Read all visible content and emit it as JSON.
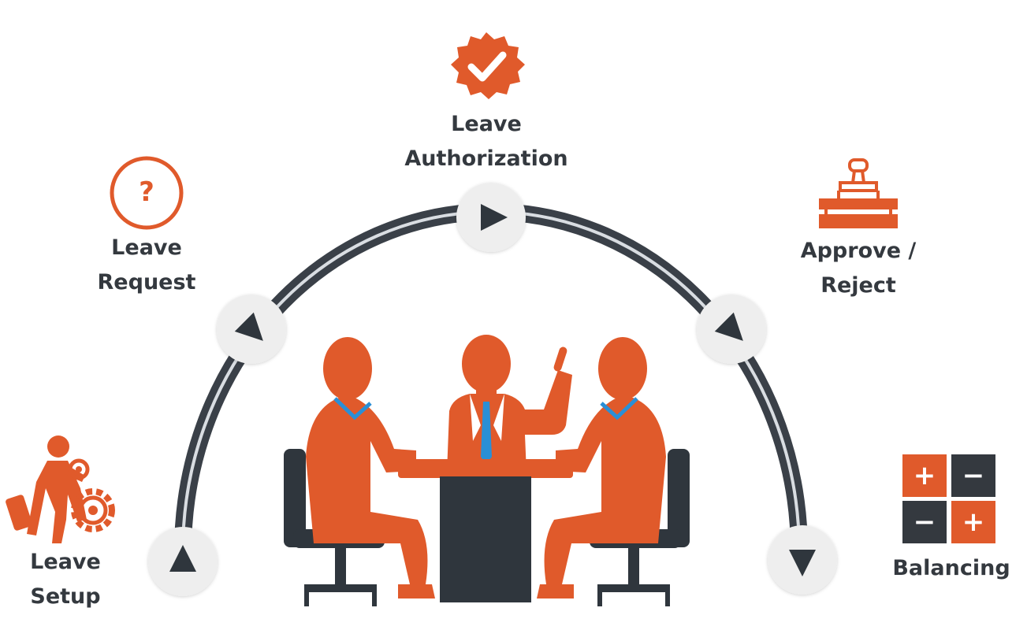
{
  "steps": [
    {
      "id": "leave-setup",
      "lines": [
        "Leave",
        "Setup"
      ],
      "icon": "traveler-gears-icon",
      "arrow": "up"
    },
    {
      "id": "leave-request",
      "lines": [
        "Leave",
        "Request"
      ],
      "icon": "question-circle-icon",
      "arrow": "down-right"
    },
    {
      "id": "leave-authorization",
      "lines": [
        "Leave",
        "Authorization"
      ],
      "icon": "check-badge-icon",
      "arrow": "right"
    },
    {
      "id": "approve-reject",
      "lines": [
        "Approve /",
        "Reject"
      ],
      "icon": "stamp-icon",
      "arrow": "down-right"
    },
    {
      "id": "balancing",
      "lines": [
        "Balancing"
      ],
      "icon": "plus-minus-grid-icon",
      "arrow": "down"
    }
  ],
  "balancing_symbols": [
    "+",
    "−",
    "−",
    "+"
  ],
  "request_symbol": "?",
  "colors": {
    "accent": "#e05a2b",
    "dark": "#2f363d",
    "arc": "#3a4048",
    "arc_highlight": "#d9dde2",
    "node_fill": "#eeeeee",
    "collar": "#2a8fd6",
    "text": "#34393f"
  }
}
